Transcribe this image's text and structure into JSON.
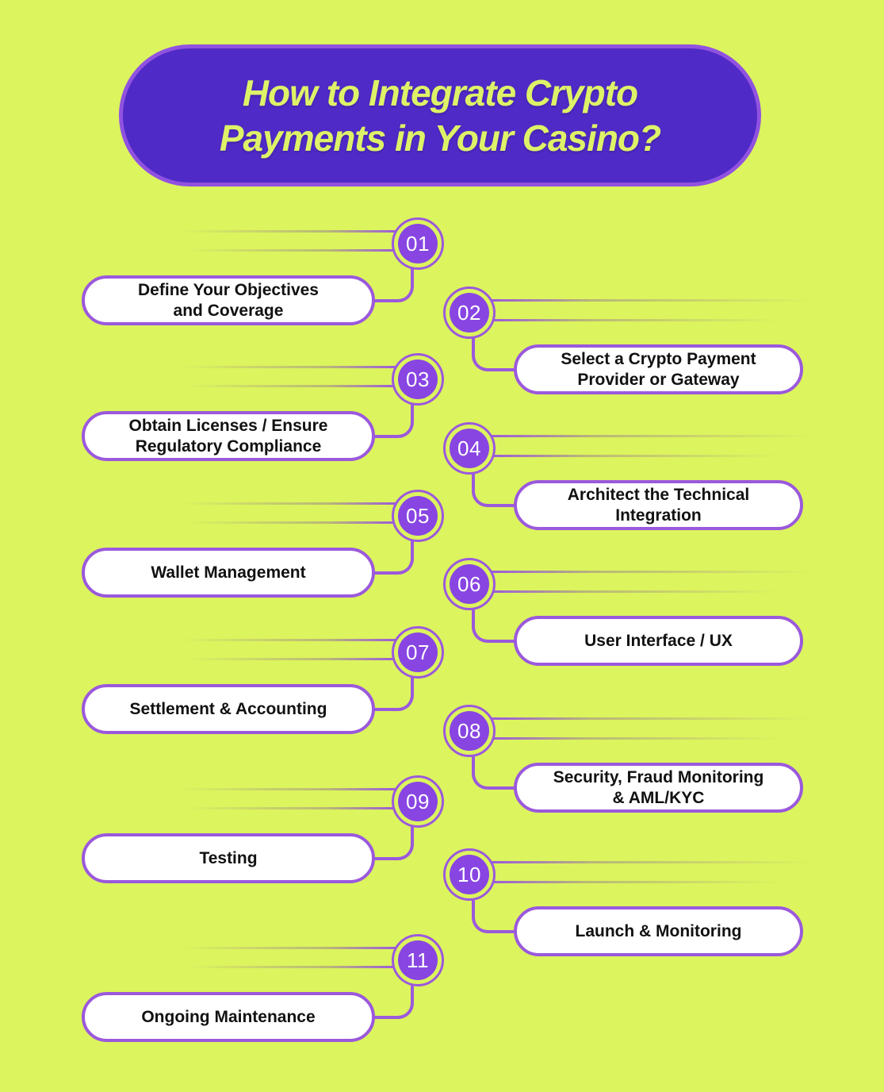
{
  "title": {
    "line1": "How to Integrate Crypto",
    "line2": "Payments in Your Casino?"
  },
  "steps": [
    {
      "number": "01",
      "label": "Define Your Objectives and Coverage",
      "lines": [
        "Define Your Objectives",
        "and Coverage"
      ]
    },
    {
      "number": "02",
      "label": "Select a Crypto Payment Provider or Gateway",
      "lines": [
        "Select a Crypto Payment",
        "Provider or Gateway"
      ]
    },
    {
      "number": "03",
      "label": "Obtain Licenses / Ensure Regulatory Compliance",
      "lines": [
        "Obtain Licenses / Ensure",
        "Regulatory Compliance"
      ]
    },
    {
      "number": "04",
      "label": "Architect the Technical Integration",
      "lines": [
        "Architect the Technical",
        "Integration"
      ]
    },
    {
      "number": "05",
      "label": "Wallet Management",
      "lines": [
        "Wallet Management"
      ]
    },
    {
      "number": "06",
      "label": "User Interface / UX",
      "lines": [
        "User Interface / UX"
      ]
    },
    {
      "number": "07",
      "label": "Settlement & Accounting",
      "lines": [
        "Settlement & Accounting"
      ]
    },
    {
      "number": "08",
      "label": "Security, Fraud Monitoring & AML/KYC",
      "lines": [
        "Security, Fraud Monitoring",
        "& AML/KYC"
      ]
    },
    {
      "number": "09",
      "label": "Testing",
      "lines": [
        "Testing"
      ]
    },
    {
      "number": "10",
      "label": "Launch & Monitoring",
      "lines": [
        "Launch & Monitoring"
      ]
    },
    {
      "number": "11",
      "label": "Ongoing Maintenance",
      "lines": [
        "Ongoing Maintenance"
      ]
    }
  ],
  "colors": {
    "background": "#dcf45e",
    "banner_fill": "#4f2ac6",
    "banner_border": "#9152e0",
    "title_text": "#def268",
    "accent_purple": "#9b59dc",
    "circle_fill": "#8845e2",
    "pill_fill": "#ffffff",
    "label_text": "#111111",
    "number_text": "#ffffff"
  }
}
